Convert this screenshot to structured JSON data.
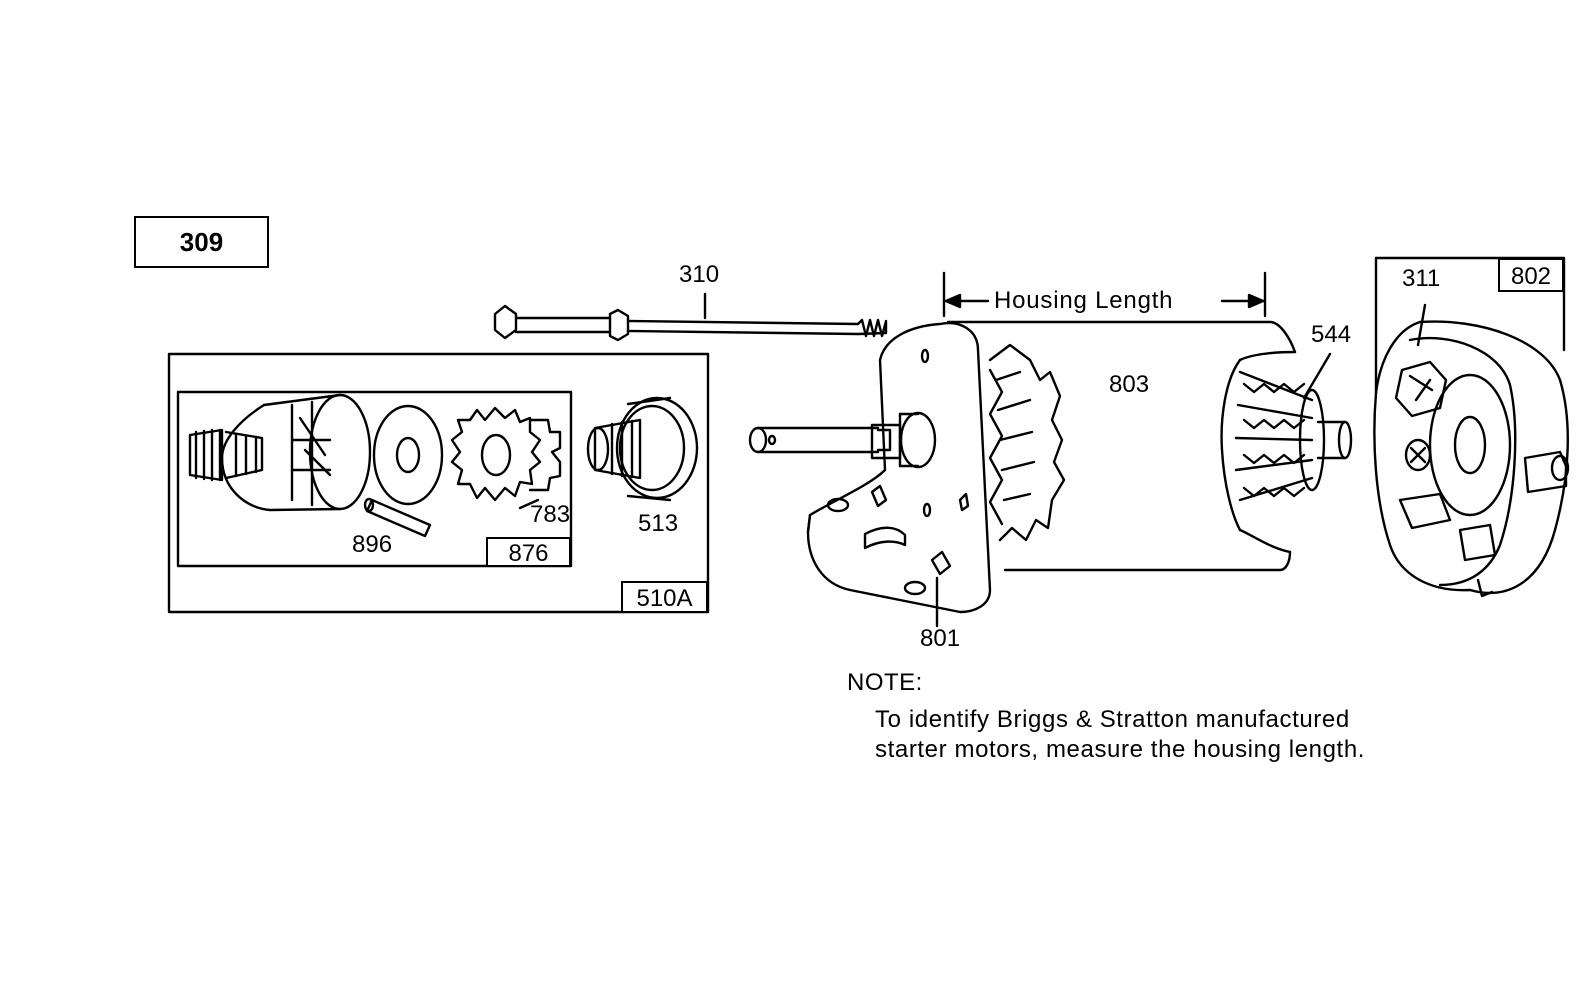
{
  "figure_number": "309",
  "parts": {
    "p310": "310",
    "p311": "311",
    "p513": "513",
    "p544": "544",
    "p783": "783",
    "p801": "801",
    "p803": "803",
    "p896": "896"
  },
  "kits": {
    "k510A": "510A",
    "k876": "876",
    "k802": "802"
  },
  "dimension": {
    "housing_length": "Housing Length"
  },
  "note": {
    "heading": "NOTE:",
    "line1": "To identify Briggs & Stratton manufactured",
    "line2": "starter motors, measure the housing length."
  },
  "colors": {
    "ink": "#000000",
    "paper": "#ffffff"
  }
}
